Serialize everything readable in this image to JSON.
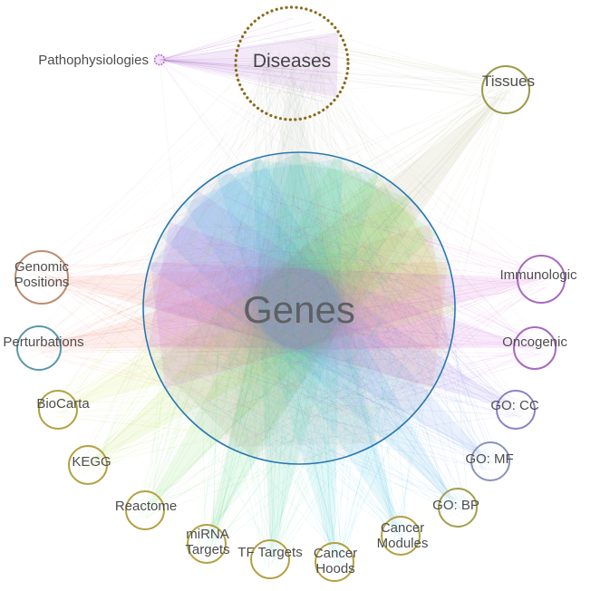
{
  "labels": {
    "genes": "Genes",
    "diseases": "Diseases",
    "tissues": "Tissues",
    "pathophysiologies": "Pathophysiologies",
    "genomic_positions": "Genomic Positions",
    "perturbations": "Perturbations",
    "biocarta": "BioCarta",
    "kegg": "KEGG",
    "reactome": "Reactome",
    "mirna_targets": "miRNA Targets",
    "tf_targets": "TF Targets",
    "cancer_hoods": "Cancer Hoods",
    "cancer_modules": "Cancer Modules",
    "go_bp": "GO: BP",
    "go_mf": "GO: MF",
    "go_cc": "GO: CC",
    "oncogenic": "Oncogenic",
    "immunologic": "Immunologic"
  },
  "colors": {
    "genes_ring": "#2879b0",
    "diseases_dots": "#8a6a1a",
    "diseases_edges": "#6a7a55",
    "tissues": "#8f944a",
    "pathophysiologies": "#b56fd8",
    "genomic_positions": "#f0796a",
    "perturbations": "#ef7f6f",
    "biocarta": "#d0e456",
    "kegg": "#aee24e",
    "reactome": "#74dc60",
    "mirna_targets": "#52d67e",
    "tf_targets": "#3dd2a6",
    "cancer_hoods": "#35ccd6",
    "cancer_modules": "#3fbfe8",
    "go_bp": "#47ace9",
    "go_mf": "#5f8fe8",
    "go_cc": "#8f79e8",
    "oncogenic": "#cf5fe0",
    "immunologic": "#d455cf",
    "label_text": "#4d4d4d"
  }
}
